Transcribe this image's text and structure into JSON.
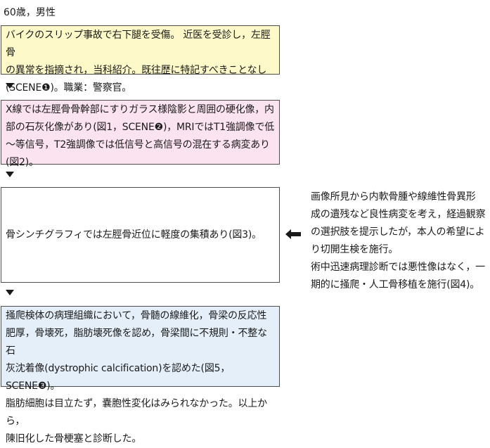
{
  "header": "60歳，男性",
  "box1": "バイクのスリップ事故で右下腿を受傷。 近医を受診し，左脛骨\nの異常を指摘され，当科紹介。既往歴に特記すべきことなし\n(SCENE❶)。職業：警察官。",
  "box2": "X線では左脛骨骨幹部にすりガラス様陰影と周囲の硬化像，内\n部の石灰化像があり(図1，SCENE❷)，MRIではT1強調像で低\n～等信号，T2強調像では低信号と高信号の混在する病変あり\n(図2)。",
  "box3": "骨シンチグラフィでは左脛骨近位に軽度の集積あり(図3)。",
  "box4": "掻爬検体の病理組織において，骨髄の線維化，骨梁の反応性\n肥厚，骨壊死，脂肪壊死像を認め，骨梁間に不規則・不整な石\n灰沈着像(dystrophic calcification)を認めた(図5，SCENE❸)。\n脂肪細胞は目立たず，嚢胞性変化はみられなかった。以上から，\n陳旧化した骨梗塞と診断した。",
  "side": "画像所見から内軟骨腫や線維性骨異形\n成の遺残など良性病変を考え，経過観察\nの選択肢を提示したが，本人の希望によ\nり切開生検を施行。\n術中迅速病理診断では悪性像はなく，一\n期的に掻爬・人工骨移植を施行(図4)。"
}
